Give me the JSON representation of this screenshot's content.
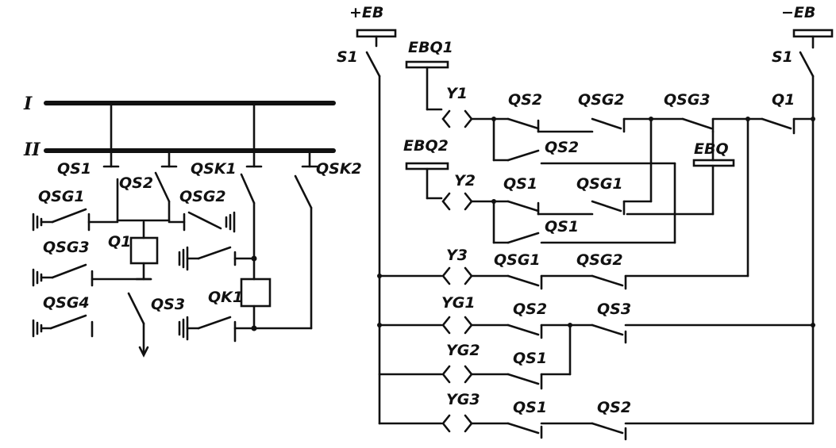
{
  "colors": {
    "ink": "#111111",
    "paper": "#ffffff"
  },
  "primary": {
    "buses": [
      "I",
      "II"
    ],
    "labels": {
      "qs1": "QS1",
      "qs2": "QS2",
      "qsk1": "QSK1",
      "qsk2": "QSK2",
      "qsg1": "QSG1",
      "qsg2": "QSG2",
      "qsg3": "QSG3",
      "qsg4": "QSG4",
      "q1": "Q1",
      "qs3": "QS3",
      "qk1": "QK1"
    }
  },
  "control": {
    "supply_plus": "+EB",
    "supply_minus": "−EB",
    "s1_left": "S1",
    "s1_right": "S1",
    "ebq1": "EBQ1",
    "ebq2": "EBQ2",
    "ebq": "EBQ",
    "y1": "Y1",
    "y1_qs2": "QS2",
    "y1_qsg2": "QSG2",
    "y1_qsg3": "QSG3",
    "y1_q1": "Q1",
    "y1_qs2b": "QS2",
    "y2": "Y2",
    "y2_qs1": "QS1",
    "y2_qsg1": "QSG1",
    "y2_qs1b": "QS1",
    "y3": "Y3",
    "y3_qsg1": "QSG1",
    "y3_qsg2": "QSG2",
    "yg1": "YG1",
    "yg1_qs2": "QS2",
    "yg1_qs3": "QS3",
    "yg2": "YG2",
    "yg2_qs1": "QS1",
    "yg3": "YG3",
    "yg3_qs1": "QS1",
    "yg3_qs2": "QS2"
  }
}
